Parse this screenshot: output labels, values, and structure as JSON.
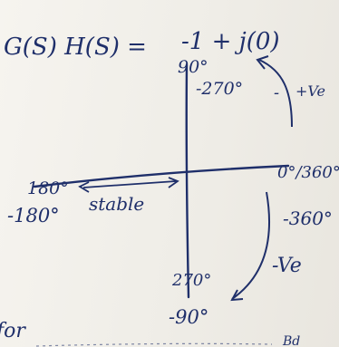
{
  "equation": {
    "lhs": "G(S) H(S) =",
    "rhs": "-1 + j(0)"
  },
  "axis_labels": {
    "top": "90°",
    "top_inner": "-270°",
    "left": "180°",
    "left_inner": "-180°",
    "right": "0°/360°",
    "right_inner": "-360°",
    "bottom": "270°",
    "bottom_inner": "-90°"
  },
  "annotations": {
    "positive_direction": "+Ve",
    "negative_direction": "-Ve",
    "stable": "stable"
  },
  "margin_notes": {
    "bottom_left": "for",
    "bottom_right": "Bd"
  },
  "colors": {
    "ink": "#1f2f6a",
    "paper": "#f3f1ec"
  }
}
